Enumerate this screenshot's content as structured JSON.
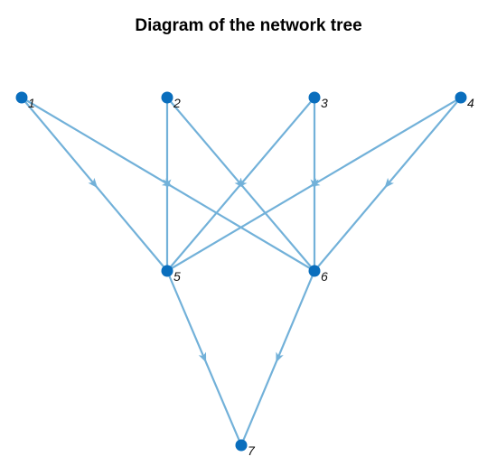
{
  "title": "Diagram of the network tree",
  "colors": {
    "edge": "#72b1d9",
    "node": "#0a6ebd",
    "background": "#ffffff"
  },
  "graph": {
    "nodes": [
      {
        "id": "1",
        "label": "1"
      },
      {
        "id": "2",
        "label": "2"
      },
      {
        "id": "3",
        "label": "3"
      },
      {
        "id": "4",
        "label": "4"
      },
      {
        "id": "5",
        "label": "5"
      },
      {
        "id": "6",
        "label": "6"
      },
      {
        "id": "7",
        "label": "7"
      }
    ],
    "edges": [
      {
        "from": "1",
        "to": "5"
      },
      {
        "from": "1",
        "to": "6"
      },
      {
        "from": "2",
        "to": "5"
      },
      {
        "from": "2",
        "to": "6"
      },
      {
        "from": "3",
        "to": "5"
      },
      {
        "from": "3",
        "to": "6"
      },
      {
        "from": "4",
        "to": "5"
      },
      {
        "from": "4",
        "to": "6"
      },
      {
        "from": "5",
        "to": "7"
      },
      {
        "from": "6",
        "to": "7"
      }
    ],
    "directed": true
  }
}
